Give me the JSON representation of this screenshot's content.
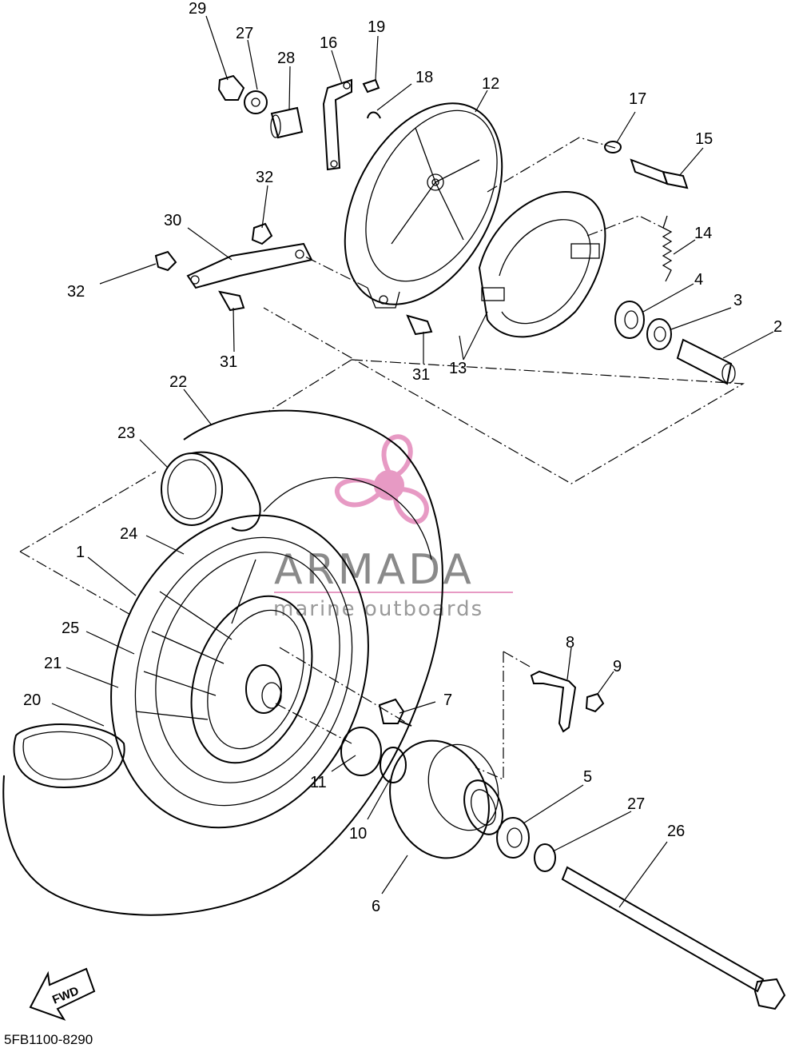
{
  "diagram": {
    "code": "5FB1100-8290",
    "fwd_label": "FWD",
    "watermark": {
      "brand": "ARMADA",
      "tagline": "marine outboards",
      "accent_color": "#e79ac4",
      "text_color": "#8a8a8a"
    },
    "parts": {
      "p1": "1",
      "p2": "2",
      "p3": "3",
      "p4": "4",
      "p5": "5",
      "p6": "6",
      "p7": "7",
      "p8": "8",
      "p9": "9",
      "p10": "10",
      "p11": "11",
      "p12": "12",
      "p13": "13",
      "p14": "14",
      "p15": "15",
      "p16": "16",
      "p17": "17",
      "p18": "18",
      "p19": "19",
      "p20": "20",
      "p21": "21",
      "p22": "22",
      "p23": "23",
      "p24": "24",
      "p25": "25",
      "p26": "26",
      "p27a": "27",
      "p27b": "27",
      "p28": "28",
      "p29": "29",
      "p30": "30",
      "p31a": "31",
      "p31b": "31",
      "p32a": "32",
      "p32b": "32"
    }
  }
}
